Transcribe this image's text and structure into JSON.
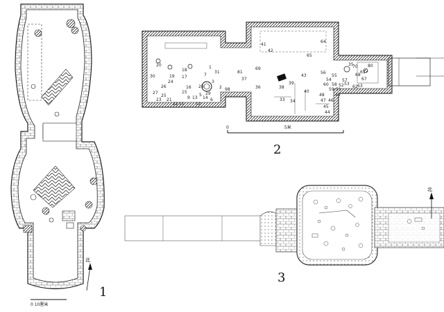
{
  "figures": [
    {
      "label": "1",
      "scale_text": "0      10厘米",
      "north_text": "北"
    },
    {
      "label": "2",
      "scale_text": "0                                          5米",
      "item_numbers": [
        "1",
        "2",
        "3",
        "5",
        "6",
        "7",
        "9",
        "11",
        "12",
        "13",
        "14",
        "15",
        "16",
        "17",
        "18",
        "19",
        "20",
        "21",
        "22",
        "23",
        "24",
        "25",
        "26",
        "27",
        "28",
        "29",
        "30",
        "31",
        "33",
        "34",
        "35",
        "36",
        "37",
        "38",
        "39",
        "40",
        "41",
        "42",
        "43",
        "44",
        "45",
        "46",
        "47",
        "48",
        "49",
        "51",
        "52",
        "53",
        "54",
        "55",
        "56",
        "57",
        "58",
        "59",
        "60",
        "61",
        "62",
        "63",
        "64",
        "65",
        "67",
        "68",
        "69",
        "70",
        "80",
        "81",
        "98"
      ]
    },
    {
      "label": "3",
      "north_text": "北"
    }
  ]
}
